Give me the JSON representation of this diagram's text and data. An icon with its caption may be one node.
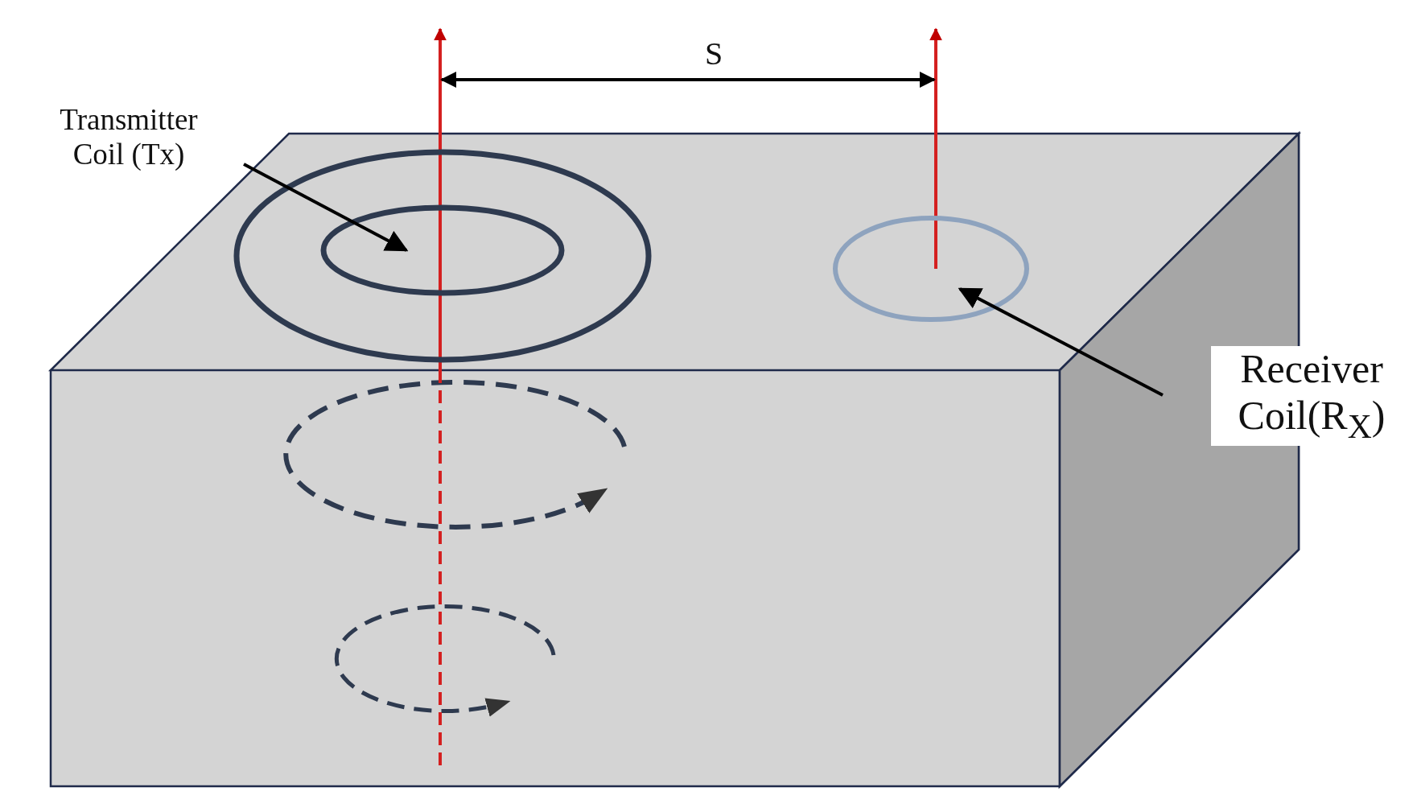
{
  "diagram": {
    "nodes": [
      {
        "text": [
          "Transmitter Coil (Tx)"
        ]
      },
      {
        "text": [],
        "shape": "circle"
      },
      {
        "text": [
          "Receiver Coil(R$_{X}$)"
        ]
      },
      {
        "text": [],
        "shape": "circle"
      }
    ],
    "edges": [
      {
        "from": 0,
        "to": 1,
        "arrow": "to"
      },
      {
        "from": 2,
        "to": 3,
        "arrow": "to"
      }
    ],
    "labels": [
      "S"
    ]
  }
}
